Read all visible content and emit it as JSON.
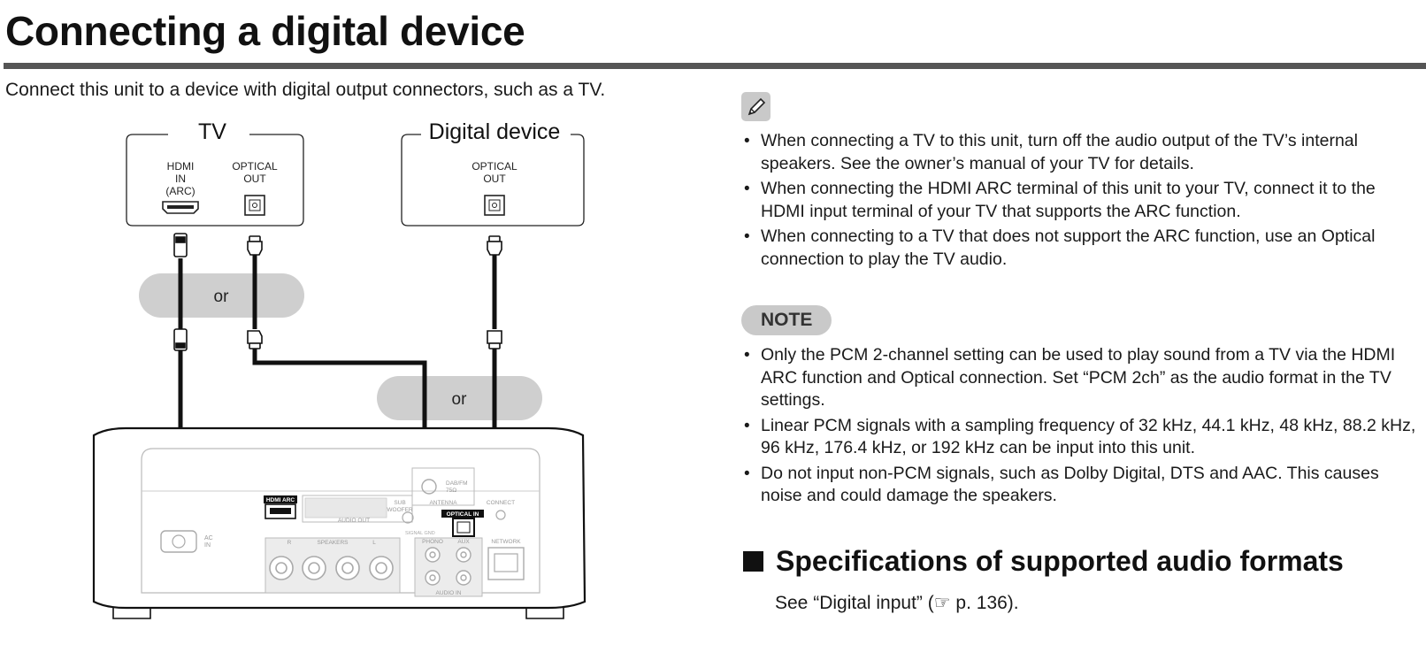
{
  "page": {
    "title": "Connecting a digital device",
    "intro": "Connect this unit to a device with digital output connectors, such as a TV."
  },
  "diagram": {
    "tv_label": "TV",
    "device_label": "Digital device",
    "tv_hdmi_label": [
      "HDMI",
      "IN",
      "(ARC)"
    ],
    "tv_optical_label": [
      "OPTICAL",
      "OUT"
    ],
    "device_optical_label": [
      "OPTICAL",
      "OUT"
    ],
    "or_label_1": "or",
    "or_label_2": "or",
    "unit": {
      "hdmi_arc": "HDMI ARC",
      "audio_out": "AUDIO OUT",
      "sub_woofer": [
        "SUB",
        "WOOFER"
      ],
      "optical_in": "OPTICAL IN",
      "antenna": "ANTENNA",
      "dab_fm": [
        "DAB/FM",
        "75Ω"
      ],
      "connect": "CONNECT",
      "signal_gnd": "SIGNAL GND",
      "ac_in": [
        "AC",
        "IN"
      ],
      "speakers": "SPEAKERS",
      "spk_r": "R",
      "spk_l": "L",
      "phono": "PHONO",
      "aux": "AUX",
      "audio_in": "AUDIO IN",
      "network": "NETWORK"
    }
  },
  "notes": {
    "icon": "pencil-icon",
    "items": [
      "When connecting a TV to this unit, turn off the audio output of the TV’s internal speakers. See the owner’s manual of your TV for details.",
      "When connecting the HDMI ARC terminal of this unit to your TV, connect it to the HDMI input terminal of your TV that supports the ARC function.",
      "When connecting to a TV that does not support the ARC function, use an Optical connection to play the TV audio."
    ]
  },
  "note_section": {
    "badge": "NOTE",
    "items": [
      "Only the PCM 2-channel setting can be used to play sound from a TV via the HDMI ARC function and Optical connection. Set “PCM 2ch” as the audio format in the TV settings.",
      "Linear PCM signals with a sampling frequency of 32 kHz, 44.1 kHz, 48 kHz, 88.2 kHz, 96 kHz, 176.4 kHz, or 192 kHz can be input into this unit.",
      "Do not input non-PCM signals, such as Dolby Digital, DTS and AAC. This causes noise and could damage the speakers."
    ]
  },
  "spec": {
    "heading": "Specifications of supported audio formats",
    "ref_prefix": "See “Digital input” (",
    "ref_icon": "pointing-hand-icon",
    "ref_page": " p. 136)."
  }
}
